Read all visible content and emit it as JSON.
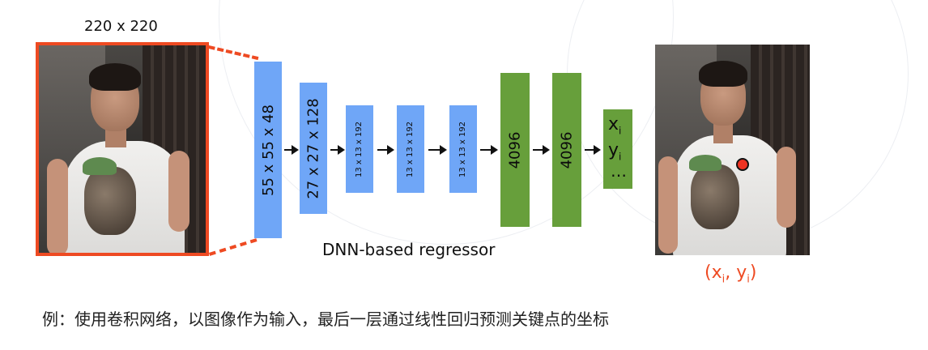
{
  "input": {
    "size_label": "220 x 220"
  },
  "layers": [
    {
      "label": "55 x 55 x 48",
      "color": "#6fa6f7"
    },
    {
      "label": "27 x 27 x 128",
      "color": "#6fa6f7"
    },
    {
      "label": "13 x 13 x 192",
      "color": "#6fa6f7"
    },
    {
      "label": "13 x 13 x 192",
      "color": "#6fa6f7"
    },
    {
      "label": "13 x 13 x 192",
      "color": "#6fa6f7"
    },
    {
      "label": "4096",
      "color": "#679f3b"
    },
    {
      "label": "4096",
      "color": "#679f3b"
    }
  ],
  "output": {
    "x_label": "x",
    "x_sub": "i",
    "y_label": "y",
    "y_sub": "i",
    "more": "…"
  },
  "regressor_label": "DNN-based regressor",
  "coordinate_label": {
    "open": "(x",
    "sub1": "i",
    "mid": ", y",
    "sub2": "i",
    "close": ")"
  },
  "caption": "例：使用卷积网络，以图像作为输入，最后一层通过线性回归预测关键点的坐标",
  "colors": {
    "accent": "#ee4a22",
    "conv": "#6fa6f7",
    "fc": "#679f3b"
  }
}
